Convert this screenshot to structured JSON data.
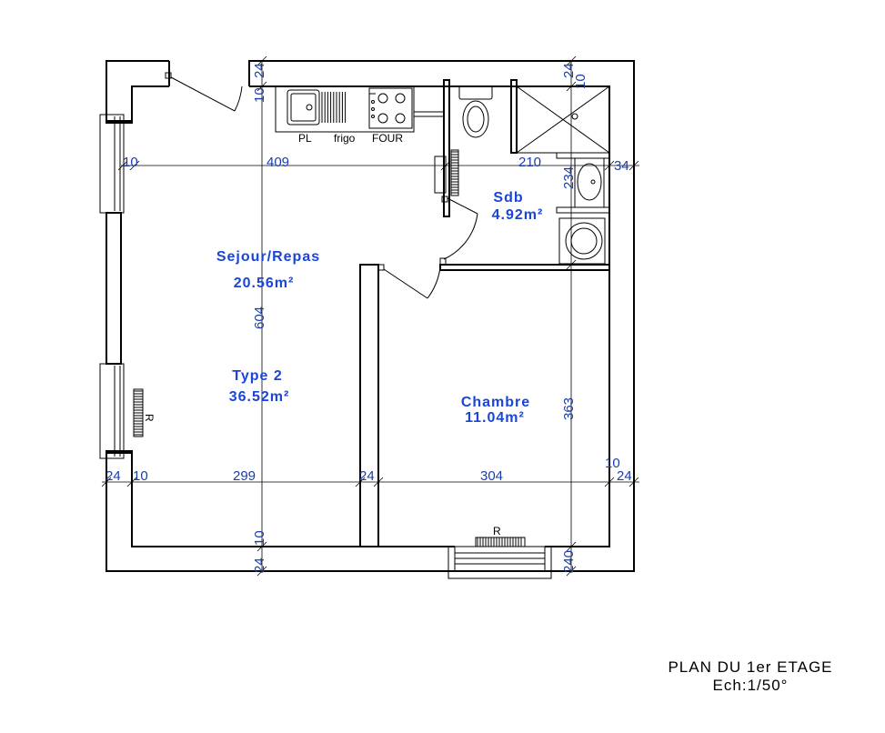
{
  "rooms": {
    "sejour": {
      "name": "Sejour/Repas",
      "area": "20.56m²"
    },
    "type": {
      "name": "Type 2",
      "area": "36.52m²"
    },
    "sdb": {
      "name": "Sdb",
      "area": "4.92m²"
    },
    "chambre": {
      "name": "Chambre",
      "area": "11.04m²"
    }
  },
  "fixtures": {
    "pl": "PL",
    "frigo": "frigo",
    "four": "FOUR",
    "radiator": "R"
  },
  "dimensions": {
    "d10": "10",
    "d24": "24",
    "d409": "409",
    "d210": "210",
    "d234": "234",
    "d34": "34",
    "d604": "604",
    "d363": "363",
    "d299": "299",
    "d304": "304",
    "d240": "240"
  },
  "title": {
    "line1": "PLAN DU 1er ETAGE",
    "line2": "Ech:1/50°"
  },
  "colors": {
    "label": "#1a45d6",
    "dimension": "#1a3ea8",
    "wall": "#000000"
  }
}
